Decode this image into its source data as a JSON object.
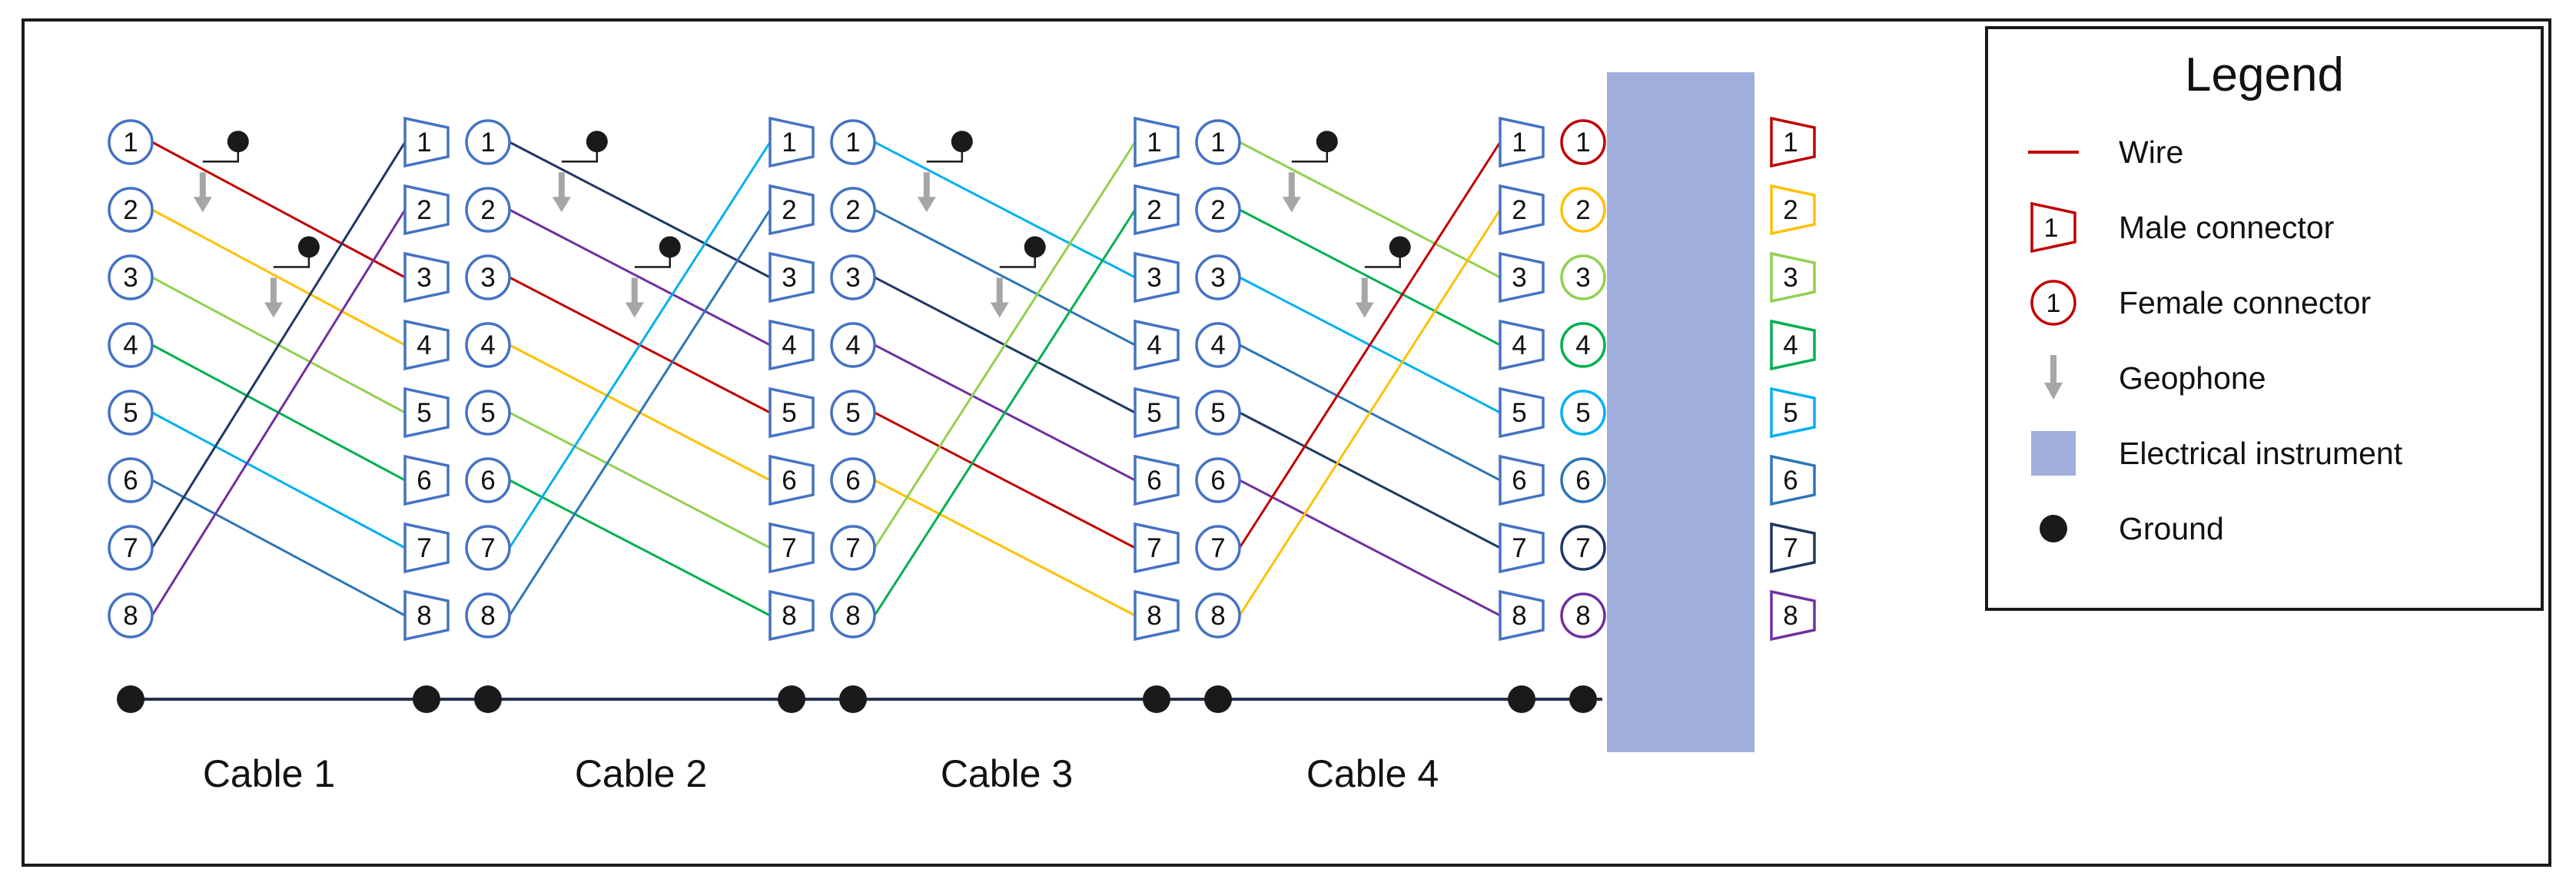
{
  "legend": {
    "title": "Legend",
    "connector_number": "1",
    "items": [
      {
        "icon": "wire-icon",
        "label": "Wire"
      },
      {
        "icon": "male-connector-icon",
        "label": "Male connector"
      },
      {
        "icon": "female-connector-icon",
        "label": "Female connector"
      },
      {
        "icon": "geophone-icon",
        "label": "Geophone"
      },
      {
        "icon": "electrical-instrument-icon",
        "label": "Electrical instrument"
      },
      {
        "icon": "ground-icon",
        "label": "Ground"
      }
    ]
  },
  "colors": {
    "legend_accent": "#C00000",
    "connector": "#4472C4",
    "instrument": "#9FAEDC",
    "geophone": "#A6A6A6",
    "ground": "#1a1a1a",
    "ground_line": "#24304D",
    "channels": {
      "1": "#C00000",
      "2": "#FFC000",
      "3": "#92D050",
      "4": "#00B050",
      "5": "#00B0F0",
      "6": "#2E75B6",
      "7": "#1F3864",
      "8": "#7030A0"
    }
  },
  "diagram": {
    "rows": [
      1,
      2,
      3,
      4,
      5,
      6,
      7,
      8
    ],
    "left_column_numbers": [
      1,
      2,
      3,
      4,
      5,
      6,
      7,
      8
    ],
    "instrument_inputs": [
      1,
      2,
      3,
      4,
      5,
      6,
      7,
      8
    ],
    "instrument_outputs": [
      1,
      2,
      3,
      4,
      5,
      6,
      7,
      8
    ],
    "cables": [
      {
        "label": "Cable 1",
        "wires": [
          {
            "from": 1,
            "to": 3,
            "channel": 1
          },
          {
            "from": 2,
            "to": 4,
            "channel": 2
          },
          {
            "from": 3,
            "to": 5,
            "channel": 3
          },
          {
            "from": 4,
            "to": 6,
            "channel": 4
          },
          {
            "from": 5,
            "to": 7,
            "channel": 5
          },
          {
            "from": 6,
            "to": 8,
            "channel": 6
          },
          {
            "from": 7,
            "to": 1,
            "channel": 7
          },
          {
            "from": 8,
            "to": 2,
            "channel": 8
          }
        ]
      },
      {
        "label": "Cable 2",
        "wires": [
          {
            "from": 1,
            "to": 3,
            "channel": 7
          },
          {
            "from": 2,
            "to": 4,
            "channel": 8
          },
          {
            "from": 3,
            "to": 5,
            "channel": 1
          },
          {
            "from": 4,
            "to": 6,
            "channel": 2
          },
          {
            "from": 5,
            "to": 7,
            "channel": 3
          },
          {
            "from": 6,
            "to": 8,
            "channel": 4
          },
          {
            "from": 7,
            "to": 1,
            "channel": 5
          },
          {
            "from": 8,
            "to": 2,
            "channel": 6
          }
        ]
      },
      {
        "label": "Cable 3",
        "wires": [
          {
            "from": 1,
            "to": 3,
            "channel": 5
          },
          {
            "from": 2,
            "to": 4,
            "channel": 6
          },
          {
            "from": 3,
            "to": 5,
            "channel": 7
          },
          {
            "from": 4,
            "to": 6,
            "channel": 8
          },
          {
            "from": 5,
            "to": 7,
            "channel": 1
          },
          {
            "from": 6,
            "to": 8,
            "channel": 2
          },
          {
            "from": 7,
            "to": 1,
            "channel": 3
          },
          {
            "from": 8,
            "to": 2,
            "channel": 4
          }
        ]
      },
      {
        "label": "Cable 4",
        "wires": [
          {
            "from": 1,
            "to": 3,
            "channel": 3
          },
          {
            "from": 2,
            "to": 4,
            "channel": 4
          },
          {
            "from": 3,
            "to": 5,
            "channel": 5
          },
          {
            "from": 4,
            "to": 6,
            "channel": 6
          },
          {
            "from": 5,
            "to": 7,
            "channel": 7
          },
          {
            "from": 6,
            "to": 8,
            "channel": 8
          },
          {
            "from": 7,
            "to": 1,
            "channel": 1
          },
          {
            "from": 8,
            "to": 2,
            "channel": 2
          }
        ]
      }
    ],
    "geophone_taps": [
      {
        "cable": 1,
        "wire_from": 1,
        "fraction": 0.2
      },
      {
        "cable": 1,
        "wire_from": 2,
        "fraction": 0.48
      },
      {
        "cable": 2,
        "wire_from": 1,
        "fraction": 0.2
      },
      {
        "cable": 2,
        "wire_from": 2,
        "fraction": 0.48
      },
      {
        "cable": 3,
        "wire_from": 1,
        "fraction": 0.2
      },
      {
        "cable": 3,
        "wire_from": 2,
        "fraction": 0.48
      },
      {
        "cable": 4,
        "wire_from": 1,
        "fraction": 0.2
      },
      {
        "cable": 4,
        "wire_from": 2,
        "fraction": 0.48
      }
    ]
  }
}
